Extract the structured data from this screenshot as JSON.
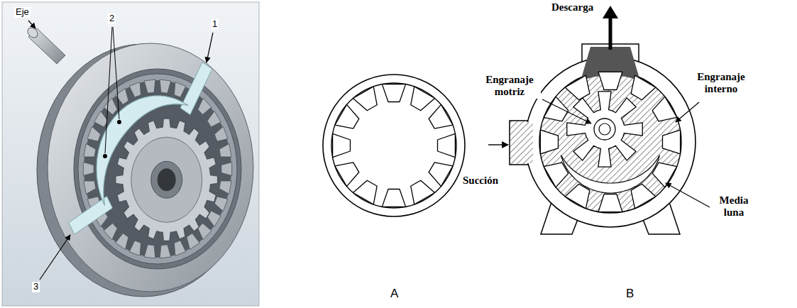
{
  "diagram": {
    "labels": [
      "Eje",
      "2",
      "1",
      "3",
      "A",
      "Descarga",
      "Engranaje motriz",
      "Engranaje interno",
      "Succión",
      "Media luna",
      "B"
    ]
  }
}
